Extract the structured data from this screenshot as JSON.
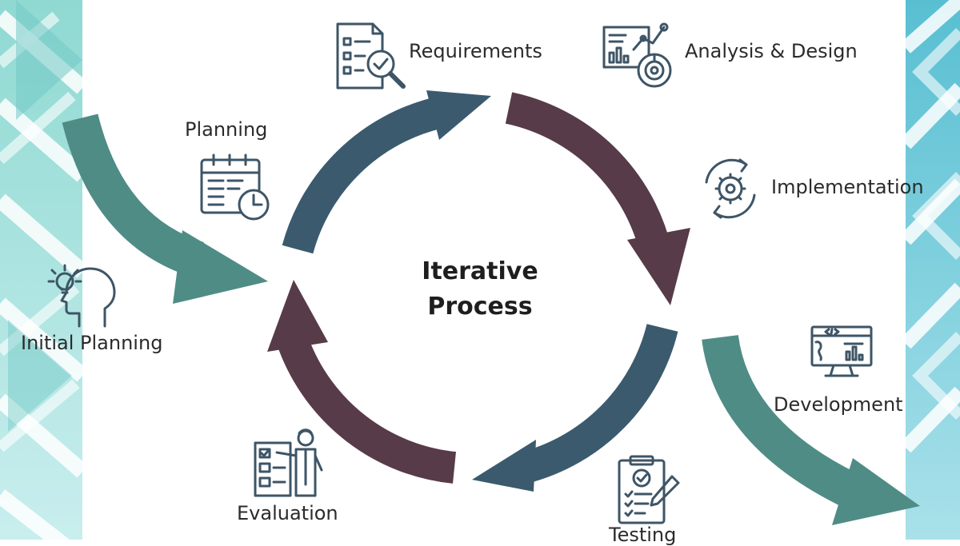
{
  "diagram": {
    "center": {
      "line1": "Iterative",
      "line2": "Process"
    },
    "labels": {
      "requirements": "Requirements",
      "analysis_design": "Analysis & Design",
      "planning": "Planning",
      "implementation": "Implementation",
      "initial_planning": "Initial Planning",
      "development": "Development",
      "evaluation": "Evaluation",
      "testing": "Testing"
    },
    "colors": {
      "navy_arrow": "#3b5a6e",
      "maroon_arrow": "#573b48",
      "teal_arrow": "#4f8c86",
      "icon_stroke": "#3e5566",
      "side_teal": "#7dd0cf",
      "side_blue": "#5cc0d2"
    }
  }
}
